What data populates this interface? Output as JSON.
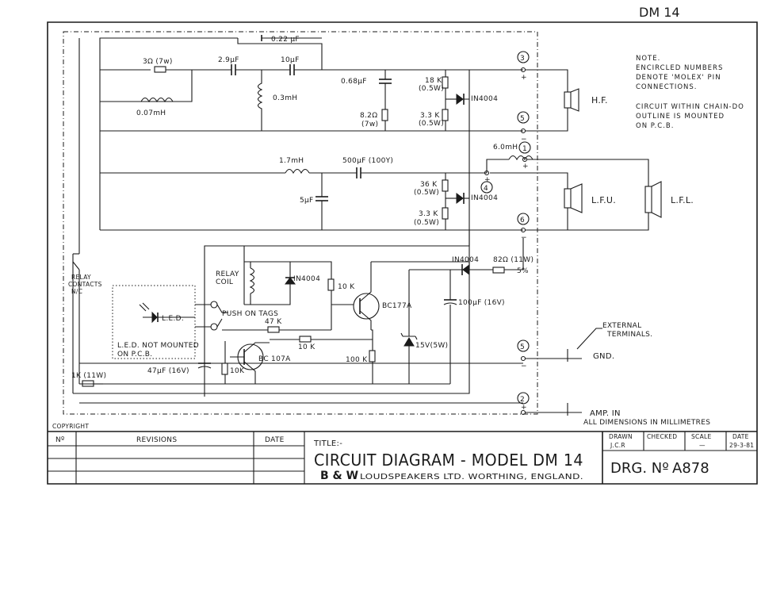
{
  "sheet_ref": "DM 14",
  "note": {
    "heading": "NOTE.",
    "lines": [
      "ENCIRCLED NUMBERS",
      "DENOTE 'MOLEX' PIN",
      "CONNECTIONS.",
      "",
      "CIRCUIT WITHIN CHAIN-DO",
      "OUTLINE IS MOUNTED",
      "ON P.C.B."
    ]
  },
  "components": {
    "c_022": "0.22 μF",
    "r_3": "3Ω (7w)",
    "c_29": "2.9μF",
    "c_10": "10μF",
    "l_007": "0.07mH",
    "l_03": "0.3mH",
    "c_068": "0.68μF",
    "r_8": "8.2Ω",
    "r_8_w": "(7w)",
    "r_18k": "18 K",
    "r_18k_w": "(0.5W)",
    "r_33k_a": "3.3 K",
    "r_33k_a_w": "(0.5W)",
    "d_1": "IN4004",
    "l_17": "1.7mH",
    "c_500": "500μF (100Y)",
    "c_5": "5μF",
    "r_36k": "36 K",
    "r_36k_w": "(0.5W)",
    "r_33k_b": "3.3 K",
    "r_33k_b_w": "(0.5W)",
    "d_2": "IN4004",
    "l_60": "6.0mH",
    "relay_coil_1": "RELAY",
    "relay_coil_2": "COIL",
    "d_3": "IN4004",
    "r_10k_a": "10 K",
    "q_1": "BC177A",
    "d_4": "IN4004",
    "r_82": "82Ω (11W)",
    "r_82_tol": "5%",
    "c_100": "100μF (16V)",
    "zener": "15V(5W)",
    "r_100k": "100 K",
    "r_10k_b": "10 K",
    "r_47k": "47 K",
    "push_tags": "PUSH ON TAGS",
    "led": "L.E.D.",
    "led_note_1": "L.E.D. NOT MOUNTED",
    "led_note_2": "ON P.C.B.",
    "q_2": "BC 107A",
    "r_10k_c": "10K",
    "c_47": "47μF (16V)",
    "r_1k": "1K (11W)",
    "relay_contacts_1": "RELAY",
    "relay_contacts_2": "CONTACTS",
    "relay_contacts_3": "N/C"
  },
  "pins": [
    "3",
    "5",
    "1",
    "4",
    "6",
    "5",
    "2"
  ],
  "pin_signs": {
    "p3": "+",
    "p5": "−",
    "p1": "+",
    "p4": "+",
    "p6": "−",
    "p5b": "−",
    "p2": "+"
  },
  "outputs": {
    "hf": "H.F.",
    "lfu": "L.F.U.",
    "lfl": "L.F.L.",
    "ext1": "EXTERNAL",
    "ext2": "TERMINALS.",
    "gnd": "GND.",
    "amp": "AMP. IN",
    "dims": "ALL DIMENSIONS IN MILLIMETRES"
  },
  "copyright": "COPYRIGHT",
  "title_block": {
    "no_header": "Nº",
    "revisions_header": "REVISIONS",
    "date_header": "DATE",
    "title_label": "TITLE:-",
    "title": "CIRCUIT DIAGRAM - MODEL DM 14",
    "company_brand": "B & W",
    "company": "LOUDSPEAKERS LTD. WORTHING, ENGLAND.",
    "drawn_label": "DRAWN",
    "drawn_by": "J.C.R",
    "checked_label": "CHECKED",
    "scale_label": "SCALE",
    "scale_value": "—",
    "date_label": "DATE",
    "date_value": "29-3-81",
    "drg_label": "DRG. Nº",
    "drg_no": "A878"
  }
}
